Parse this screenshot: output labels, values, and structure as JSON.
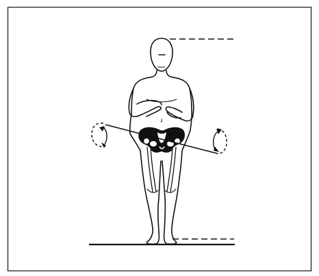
{
  "figure": {
    "colors": {
      "ink": "#111111",
      "background": "#ffffff",
      "frame": "#222222"
    },
    "elements": [
      "anatomical-figure",
      "pelvis-skeleton",
      "pelvic-tilt-line",
      "left-rotation-arrow",
      "right-rotation-arrow",
      "head-level-dashed-line",
      "foot-level-dashed-line",
      "ground-line"
    ]
  }
}
